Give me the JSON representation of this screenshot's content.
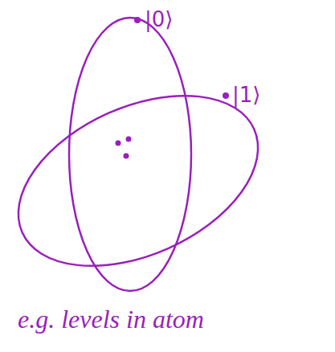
{
  "diagram": {
    "caption": "e.g. levels in atom",
    "labels": [
      "|0⟩",
      "|1⟩"
    ]
  }
}
